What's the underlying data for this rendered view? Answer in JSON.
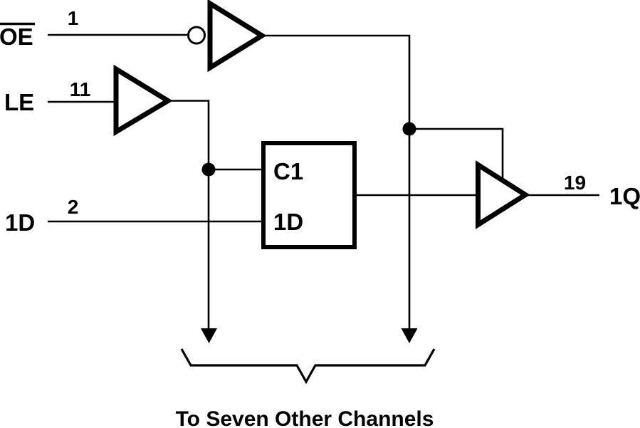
{
  "colors": {
    "ink": "#000000",
    "paper": "#ffffff"
  },
  "signals": {
    "oe": {
      "label": "OE",
      "pin": "1"
    },
    "le": {
      "label": "LE",
      "pin": "11"
    },
    "d": {
      "label": "1D",
      "pin": "2"
    },
    "q": {
      "label": "1Q",
      "pin": "19"
    }
  },
  "latch": {
    "clock_label": "C1",
    "data_label": "1D"
  },
  "caption": "To Seven Other Channels"
}
